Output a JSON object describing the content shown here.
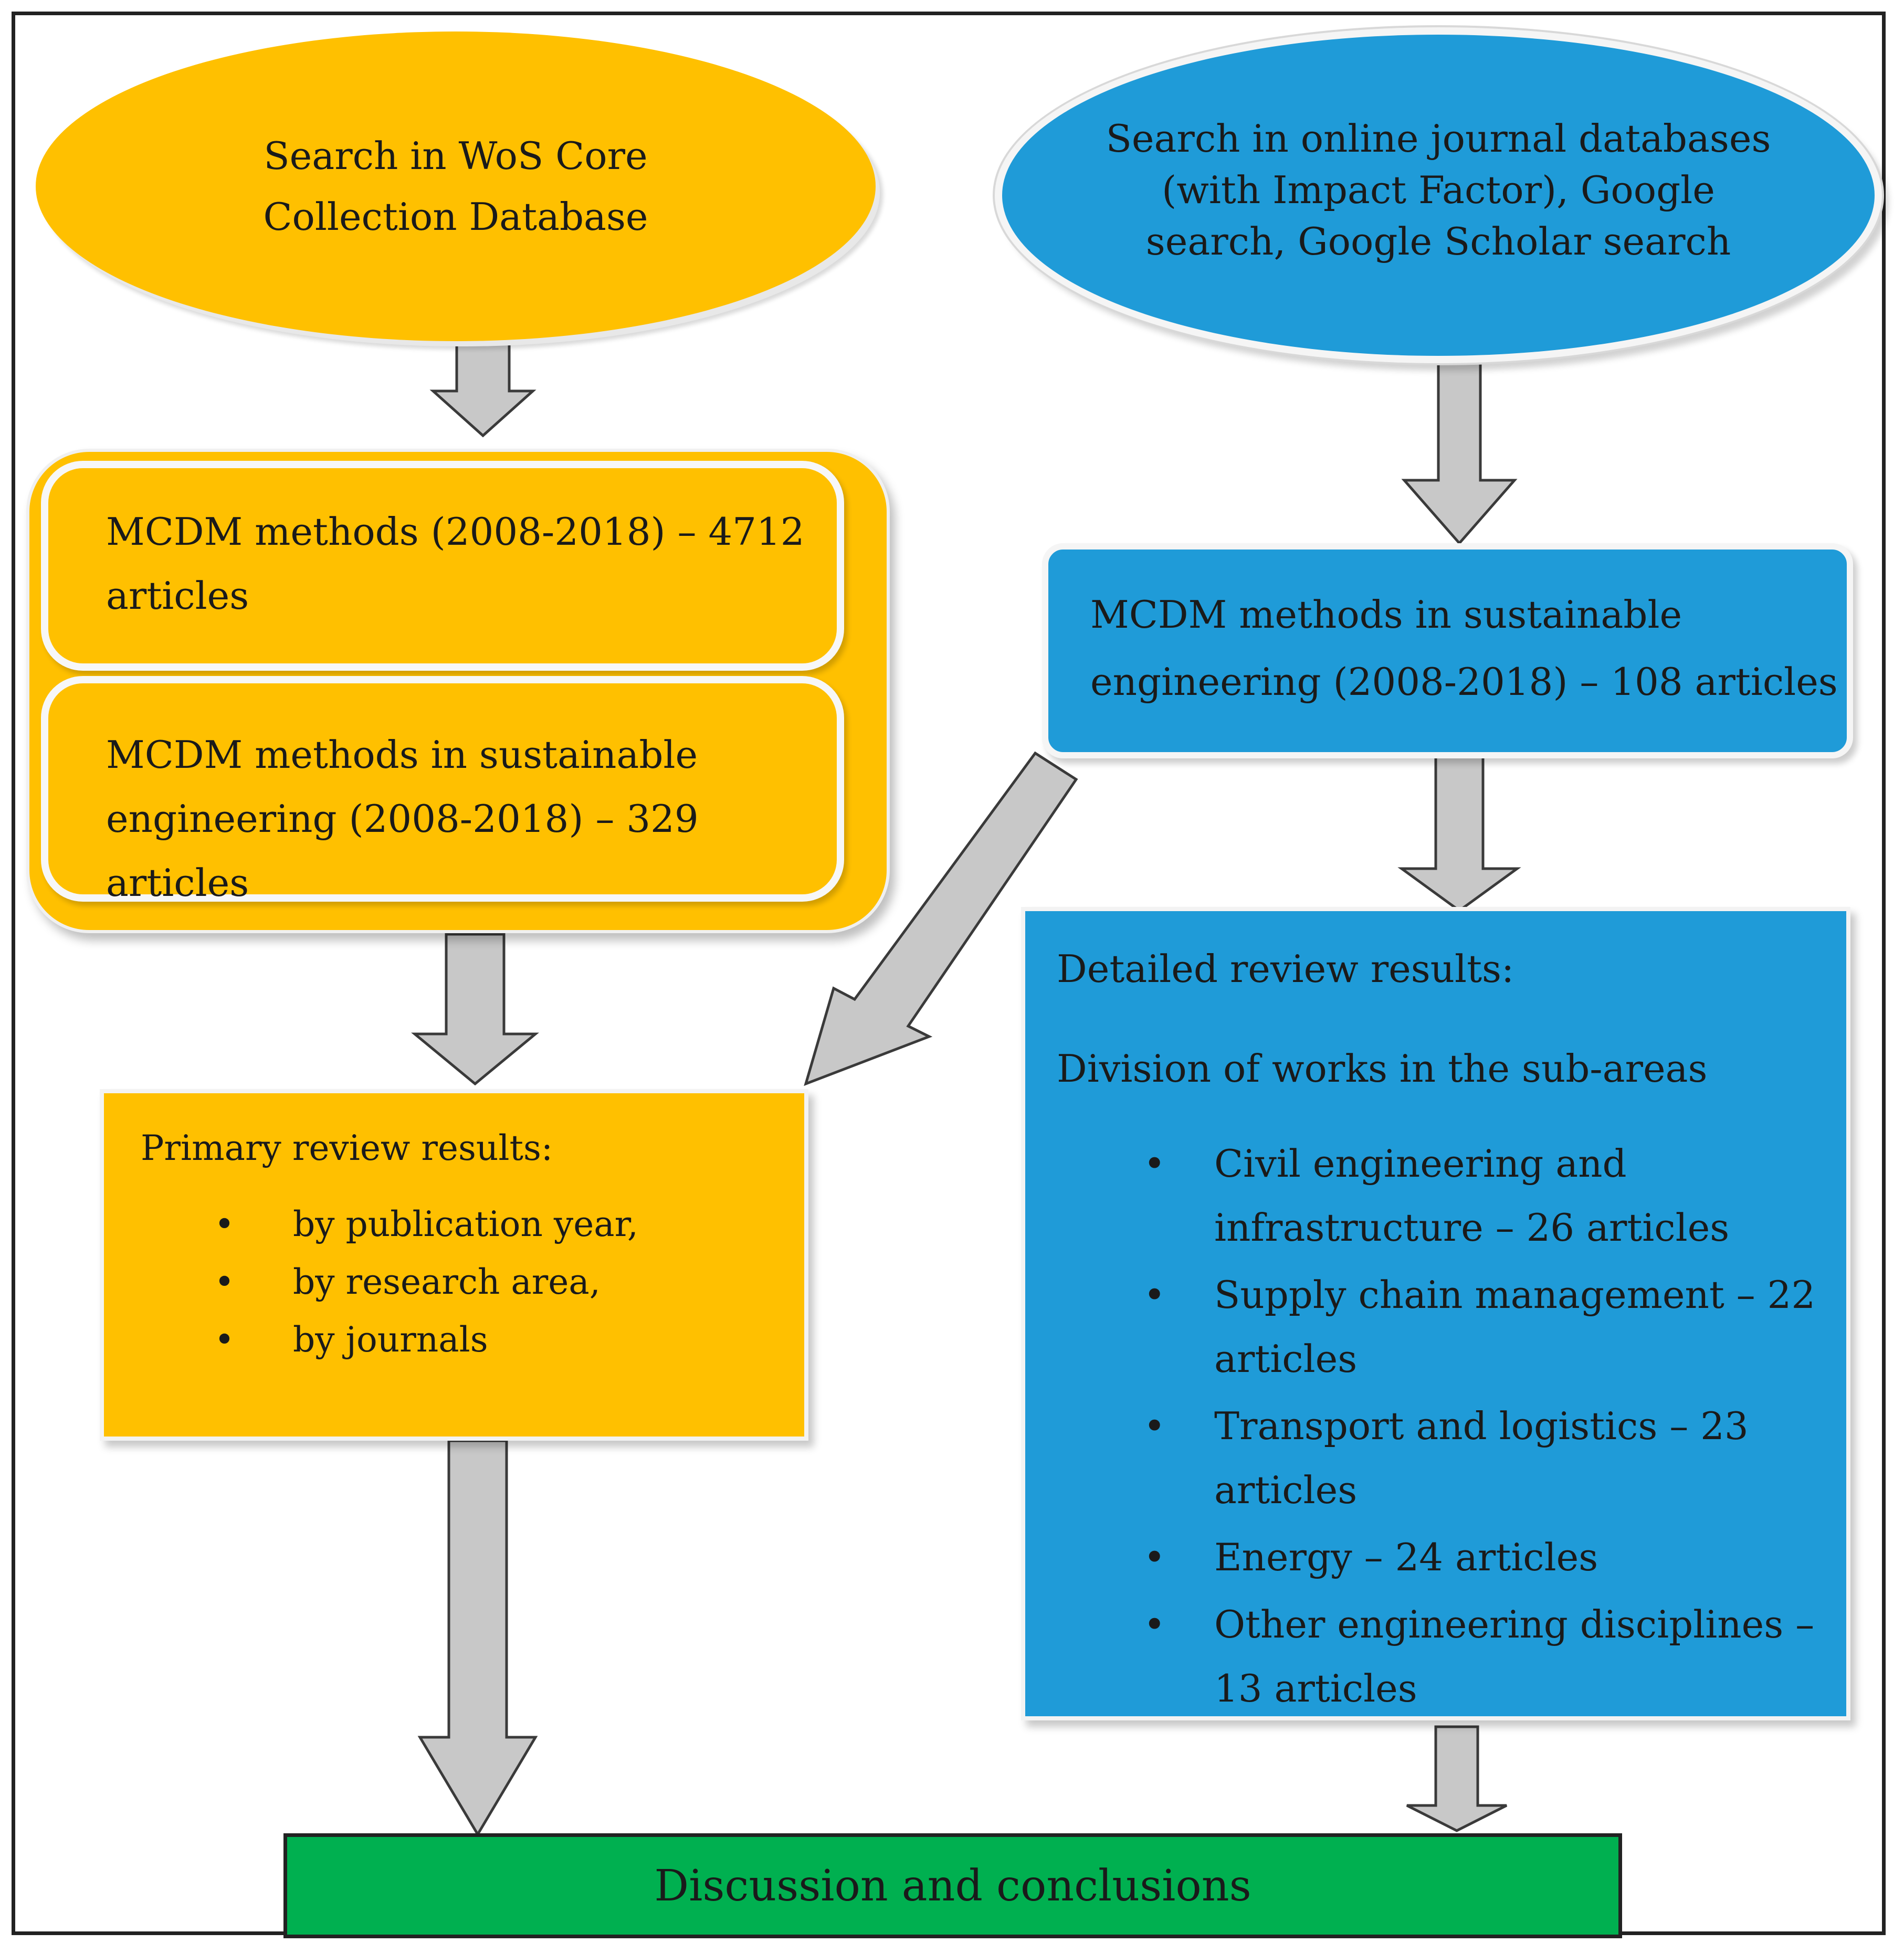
{
  "ellipse_left": {
    "line1": "Search in WoS Core",
    "line2": "Collection Database"
  },
  "ellipse_right": {
    "line1": "Search in online journal databases",
    "line2": "(with Impact Factor), Google",
    "line3": "search, Google Scholar search"
  },
  "box_left_1": {
    "line1": "MCDM methods (2008-2018) – 4712",
    "line2": "articles"
  },
  "box_left_2": {
    "line1": "MCDM methods in sustainable",
    "line2": "engineering (2008-2018) – 329 articles"
  },
  "box_right_1": {
    "line1": "MCDM methods in sustainable",
    "line2": "engineering (2008-2018) – 108 articles"
  },
  "primary_review": {
    "heading": "Primary review results:",
    "bullet": "•",
    "items": [
      "by publication year,",
      "by research area,",
      "by journals"
    ]
  },
  "detailed_review": {
    "heading": "Detailed review results:",
    "subheading": "Division of works in the sub-areas",
    "bullet": "•",
    "items": [
      "Civil engineering and infrastructure – 26 articles",
      "Supply chain management – 22 articles",
      "Transport and logistics – 23 articles",
      "Energy – 24 articles",
      "Other engineering disciplines – 13 articles"
    ]
  },
  "final_box": {
    "label": "Discussion and conclusions"
  },
  "colors": {
    "orange": "#FFC000",
    "blue": "#1F9BD8",
    "green": "#00B050",
    "arrow_fill": "#C8C8C8",
    "arrow_stroke": "#3a3a3a"
  }
}
